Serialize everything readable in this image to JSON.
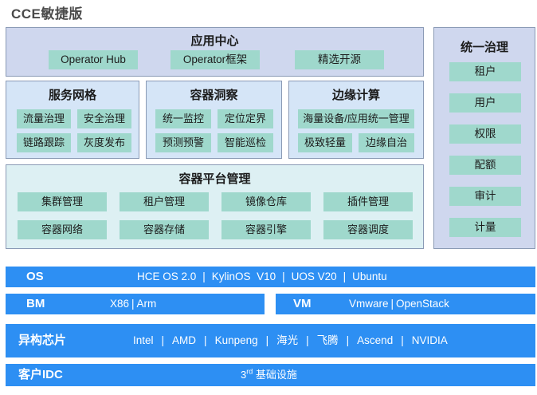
{
  "title": "CCE敏捷版",
  "app_center": {
    "title": "应用中心",
    "items": [
      "Operator Hub",
      "Operator框架",
      "精选开源"
    ]
  },
  "service_mesh": {
    "title": "服务网格",
    "items": [
      "流量治理",
      "安全治理",
      "链路跟踪",
      "灰度发布"
    ]
  },
  "container_insight": {
    "title": "容器洞察",
    "items": [
      "统一监控",
      "定位定界",
      "预测预警",
      "智能巡检"
    ]
  },
  "edge_compute": {
    "title": "边缘计算",
    "items": [
      "海量设备/应用统一管理",
      "极致轻量",
      "边缘自治"
    ]
  },
  "platform_mgmt": {
    "title": "容器平台管理",
    "items": [
      "集群管理",
      "租户管理",
      "镜像仓库",
      "插件管理",
      "容器网络",
      "容器存储",
      "容器引擎",
      "容器调度"
    ]
  },
  "governance": {
    "title": "统一治理",
    "items": [
      "租户",
      "用户",
      "权限",
      "配额",
      "审计",
      "计量"
    ]
  },
  "os_bar": {
    "label": "OS",
    "items": [
      "HCE OS 2.0",
      "KylinOS  V10",
      "UOS V20",
      "Ubuntu"
    ]
  },
  "bm_bar": {
    "label": "BM",
    "items": [
      "X86",
      "Arm"
    ]
  },
  "vm_bar": {
    "label": "VM",
    "items": [
      "Vmware",
      "OpenStack"
    ]
  },
  "chip_bar": {
    "label": "异构芯片",
    "items": [
      "Intel",
      "AMD",
      "Kunpeng",
      "海光",
      "飞腾",
      "Ascend",
      "NVIDIA"
    ]
  },
  "idc_bar": {
    "label": "客户IDC",
    "prefix": "3",
    "sup": "rd",
    "suffix": " 基础设施"
  },
  "colors": {
    "bar_blue": "#2d8ff3",
    "chip_teal": "#9fd8cc",
    "panel_lavender": "#cfd7ee"
  }
}
